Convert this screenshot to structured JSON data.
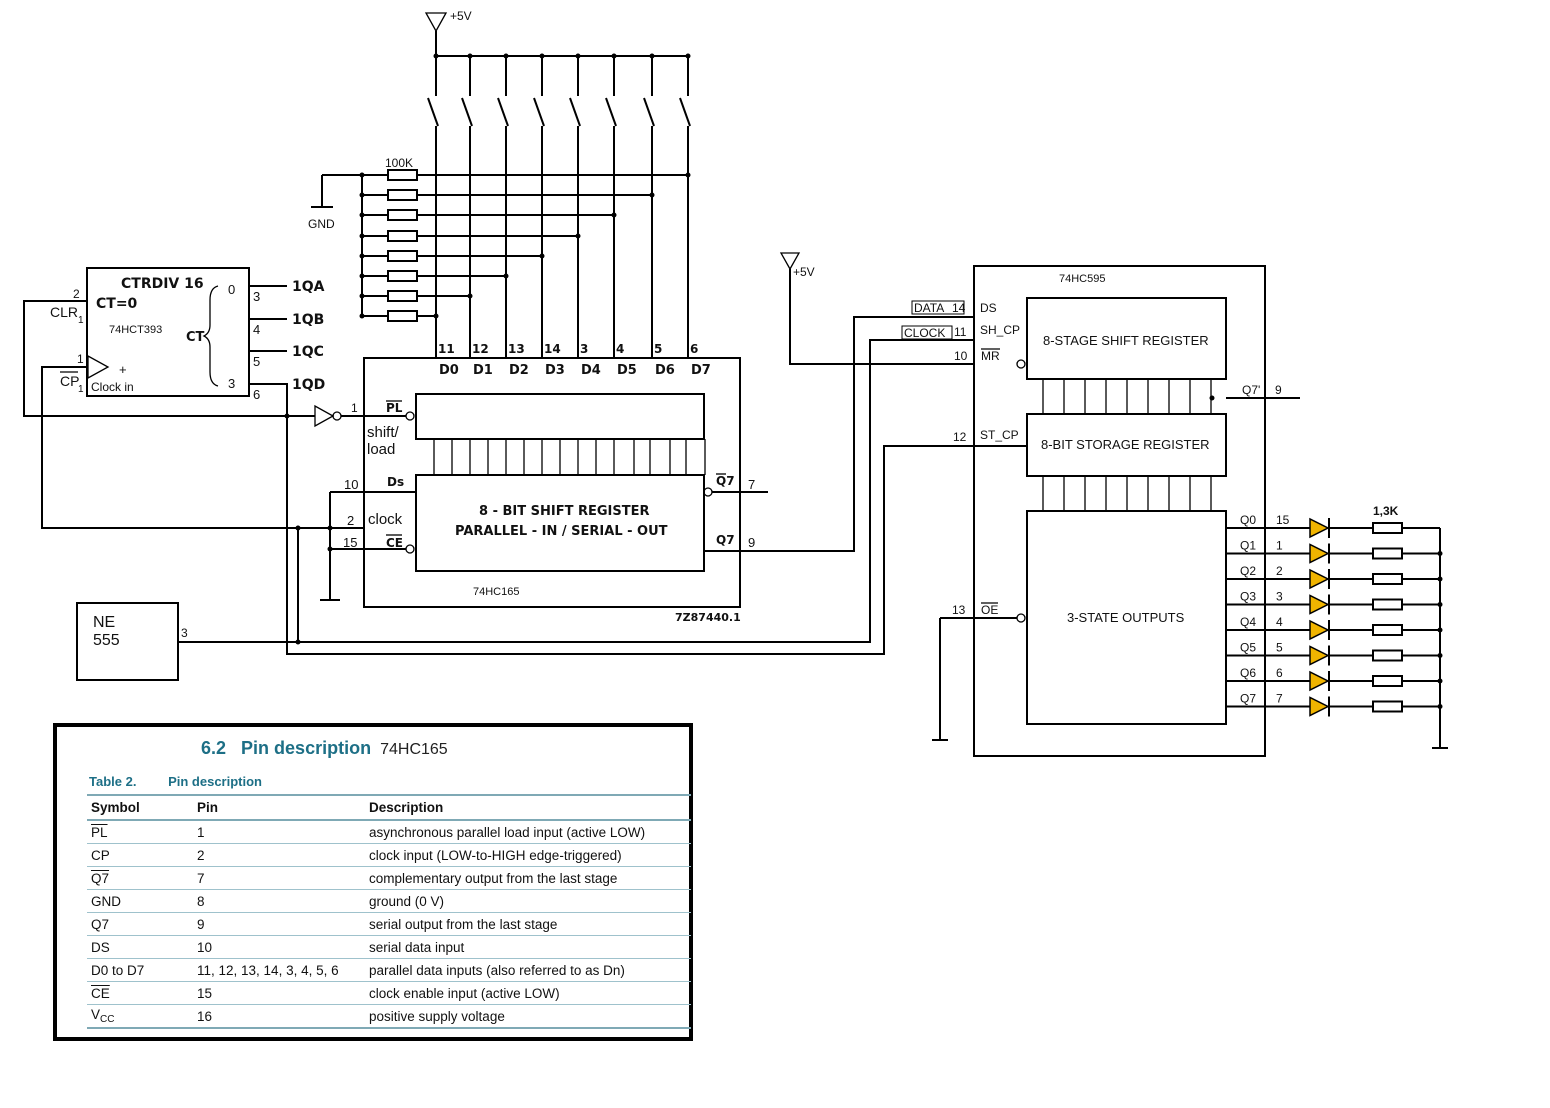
{
  "supply": {
    "label": "+5V",
    "gnd": "GND",
    "resistor_value": "100K"
  },
  "counter": {
    "title": "CTRDIV  16",
    "part": "74HCT393",
    "ct0": "CT=0",
    "ct": "CT",
    "clr_label": "CLR",
    "clr_sub": "1",
    "cp_label": "CP",
    "cp_sub": "1",
    "clock_in": "Clock in",
    "plus": "+",
    "pin_clr": "2",
    "pin_cp": "1",
    "ct_top": "0",
    "ct_bottom": "3",
    "outputs": [
      {
        "pin": "3",
        "name": "1QA"
      },
      {
        "pin": "4",
        "name": "1QB"
      },
      {
        "pin": "5",
        "name": "1QC"
      },
      {
        "pin": "6",
        "name": "1QD"
      }
    ]
  },
  "shift165": {
    "part": "74HC165",
    "ref": "7Z87440.1",
    "title_line1": "8 - BIT SHIFT REGISTER",
    "title_line2": "PARALLEL - IN / SERIAL - OUT",
    "data_inputs": [
      {
        "pin": "11",
        "name": "D0"
      },
      {
        "pin": "12",
        "name": "D1"
      },
      {
        "pin": "13",
        "name": "D2"
      },
      {
        "pin": "14",
        "name": "D3"
      },
      {
        "pin": "3",
        "name": "D4"
      },
      {
        "pin": "4",
        "name": "D5"
      },
      {
        "pin": "5",
        "name": "D6"
      },
      {
        "pin": "6",
        "name": "D7"
      }
    ],
    "pl": {
      "pin": "1",
      "name": "PL",
      "note_line1": "shift/",
      "note_line2": "load"
    },
    "ds": {
      "pin": "10",
      "name": "Ds"
    },
    "clock": {
      "pin": "2",
      "name": "clock"
    },
    "ce": {
      "pin": "15",
      "name": "CE"
    },
    "q7n": {
      "pin": "7",
      "name": "Q7"
    },
    "q7": {
      "pin": "9",
      "name": "Q7"
    }
  },
  "timer": {
    "line1": "NE",
    "line2": "555",
    "pin": "3"
  },
  "shift595": {
    "part": "74HC595",
    "blocks": [
      "8-STAGE SHIFT REGISTER",
      "8-BIT STORAGE REGISTER",
      "3-STATE OUTPUTS"
    ],
    "pins": {
      "ds": {
        "pin": "14",
        "name": "DS",
        "net": "DATA"
      },
      "shcp": {
        "pin": "11",
        "name": "SH_CP",
        "net": "CLOCK"
      },
      "mr": {
        "pin": "10",
        "name": "MR"
      },
      "stcp": {
        "pin": "12",
        "name": "ST_CP"
      },
      "oe": {
        "pin": "13",
        "name": "OE"
      },
      "q7s": {
        "pin": "9",
        "name": "Q7'"
      }
    },
    "outputs": [
      {
        "name": "Q0",
        "pin": "15"
      },
      {
        "name": "Q1",
        "pin": "1"
      },
      {
        "name": "Q2",
        "pin": "2"
      },
      {
        "name": "Q3",
        "pin": "3"
      },
      {
        "name": "Q4",
        "pin": "4"
      },
      {
        "name": "Q5",
        "pin": "5"
      },
      {
        "name": "Q6",
        "pin": "6"
      },
      {
        "name": "Q7",
        "pin": "7"
      }
    ],
    "led_resistor": "1,3K",
    "led_color": "#f0b400"
  },
  "pin_table": {
    "section_number": "6.2",
    "section_title": "Pin description",
    "chip": "74HC165",
    "table_number": "Table 2.",
    "table_title": "Pin description",
    "headers": [
      "Symbol",
      "Pin",
      "Description"
    ],
    "rows": [
      {
        "symbol": "PL",
        "overline": true,
        "pin": "1",
        "desc": "asynchronous parallel load input (active LOW)"
      },
      {
        "symbol": "CP",
        "overline": false,
        "pin": "2",
        "desc": "clock input (LOW-to-HIGH edge-triggered)"
      },
      {
        "symbol": "Q7",
        "overline": true,
        "pin": "7",
        "desc": "complementary output from the last stage"
      },
      {
        "symbol": "GND",
        "overline": false,
        "pin": "8",
        "desc": "ground (0 V)"
      },
      {
        "symbol": "Q7",
        "overline": false,
        "pin": "9",
        "desc": "serial output from the last stage"
      },
      {
        "symbol": "DS",
        "overline": false,
        "pin": "10",
        "desc": "serial data input"
      },
      {
        "symbol": "D0 to D7",
        "overline": false,
        "pin": "11, 12, 13, 14, 3, 4, 5, 6",
        "desc": "parallel data inputs (also referred to as Dn)"
      },
      {
        "symbol": "CE",
        "overline": true,
        "pin": "15",
        "desc": "clock enable input (active LOW)"
      },
      {
        "symbol": "V",
        "symbol_sub": "CC",
        "overline": false,
        "pin": "16",
        "desc": "positive supply voltage"
      }
    ]
  }
}
